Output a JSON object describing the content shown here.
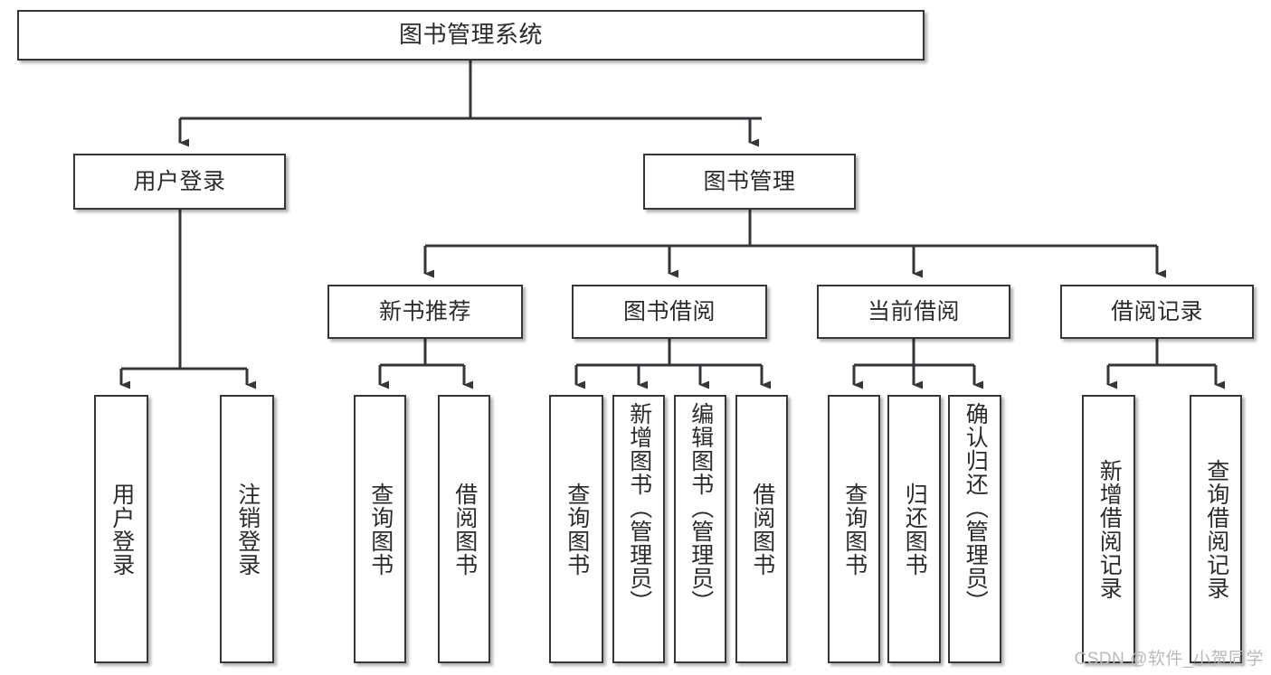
{
  "diagram": {
    "title": "图书管理系统",
    "type": "functional-structure-tree",
    "levels": 4,
    "colors": {
      "node_border": "#33363b",
      "node_fill": "#ffffff",
      "edge": "#33363b",
      "text": "#2b2b2b",
      "watermark": "#b9b9b9",
      "background": "#ffffff"
    },
    "nodes": {
      "root": {
        "label": "图书管理系统"
      },
      "level2": [
        {
          "label": "用户登录"
        },
        {
          "label": "图书管理"
        }
      ],
      "level3": [
        {
          "label": "新书推荐"
        },
        {
          "label": "图书借阅"
        },
        {
          "label": "当前借阅"
        },
        {
          "label": "借阅记录"
        }
      ],
      "leaves_user_login": [
        {
          "label": "用户登录"
        },
        {
          "label": "注销登录"
        }
      ],
      "leaves_new_books": [
        {
          "label": "查询图书"
        },
        {
          "label": "借阅图书"
        }
      ],
      "leaves_borrow": [
        {
          "label": "查询图书"
        },
        {
          "label": "新增图书（管理员）"
        },
        {
          "label": "编辑图书（管理员）"
        },
        {
          "label": "借阅图书"
        }
      ],
      "leaves_current": [
        {
          "label": "查询图书"
        },
        {
          "label": "归还图书"
        },
        {
          "label": "确认归还（管理员）"
        }
      ],
      "leaves_records": [
        {
          "label": "新增借阅记录"
        },
        {
          "label": "查询借阅记录"
        }
      ]
    },
    "watermark": "CSDN @软件_小贺同学"
  }
}
